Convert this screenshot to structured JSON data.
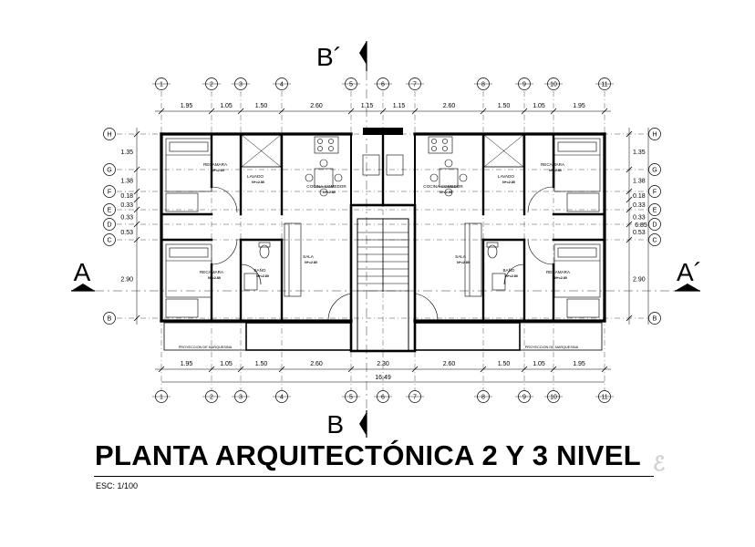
{
  "title": "PLANTA ARQUITECTÓNICA 2 Y 3 NIVEL",
  "scale": "ESC: 1/100",
  "section_marks": {
    "a_left": "A",
    "a_right": "A´",
    "b_top": "B´",
    "b_bottom": "B"
  },
  "vertical_axes": [
    "1",
    "2",
    "3",
    "4",
    "5",
    "6",
    "7",
    "8",
    "9",
    "10",
    "11"
  ],
  "horizontal_axes": [
    "H",
    "G",
    "F",
    "E",
    "D",
    "C",
    "B"
  ],
  "top_dimensions": [
    "1.95",
    "1.05",
    "1.50",
    "2.60",
    "1.15",
    "1.15",
    "2.60",
    "1.50",
    "1.05",
    "1.95"
  ],
  "bottom_dimensions": [
    "1.95",
    "1.05",
    "1.50",
    "2.60",
    "2.30",
    "2.60",
    "1.50",
    "1.05",
    "1.95"
  ],
  "overall_width": "16.49",
  "side_dimensions": [
    "1.35",
    "1.38",
    "0.18",
    "0.33",
    "0.53",
    "2.90"
  ],
  "overall_height": "6.85",
  "rooms": {
    "recamara": "RECAMARA",
    "lavado": "LAVADO",
    "cocina": "COCINA-COMEDOR",
    "sala": "SALA",
    "bano": "BAÑO",
    "marquesina": "PROYECCION DE MARQUESINA"
  },
  "level_tag": "N+=2.80",
  "watermark": "ℰ"
}
